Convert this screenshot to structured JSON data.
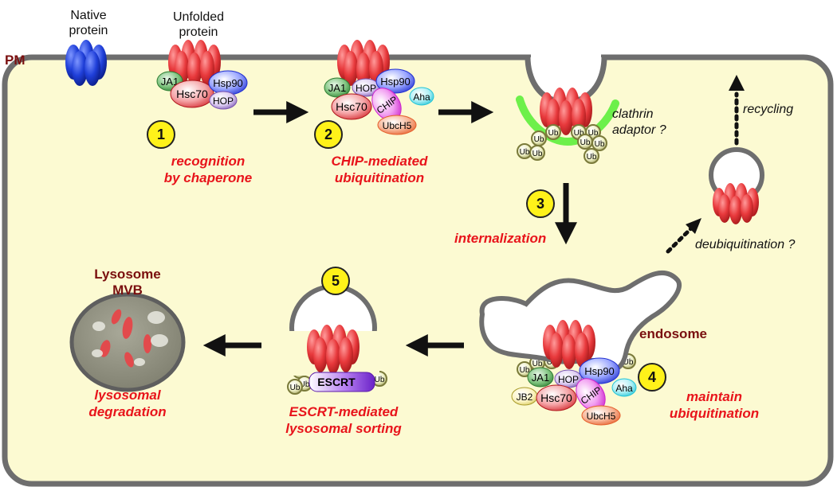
{
  "labels": {
    "native_protein": "Native\nprotein",
    "unfolded_protein": "Unfolded\nprotein",
    "pm": "PM",
    "clathrin_adaptor": "clathrin\nadaptor ?",
    "recycling": "recycling",
    "deubiquitination": "deubiquitination ?",
    "endosome": "endosome",
    "lysosome_mvb": "Lysosome\nMVB"
  },
  "steps": [
    {
      "number": "1",
      "label": "recognition\nby chaperone"
    },
    {
      "number": "2",
      "label": "CHIP-mediated\nubiquitination"
    },
    {
      "number": "3",
      "label": "internalization"
    },
    {
      "number": "4",
      "label": "maintain\nubiquitination"
    },
    {
      "number": "5",
      "label": "ESCRT-mediated\nlysosomal sorting"
    },
    {
      "number": "",
      "label": "lysosomal\ndegradation"
    }
  ],
  "complex_labels": {
    "ja1": "JA1",
    "hsp90": "Hsp90",
    "hsc70": "Hsc70",
    "hop": "HOP",
    "chip": "CHIP",
    "aha": "Aha",
    "ubch5": "UbcH5",
    "jb2": "JB2",
    "ub": "Ub",
    "escrt": "ESCRT"
  },
  "colors": {
    "cytoplasm": "#fcfad2",
    "membrane": "#6e6e6e",
    "native_protein": "#1f3fd9",
    "unfolded_protein": "#e8393c",
    "clathrin": "#6df04a",
    "step_text": "#e8141b",
    "badge": "#fff21a",
    "dark_label": "#7a0f0f",
    "lysosome": "#8f8f80",
    "escrt": "#8a3fd8"
  }
}
